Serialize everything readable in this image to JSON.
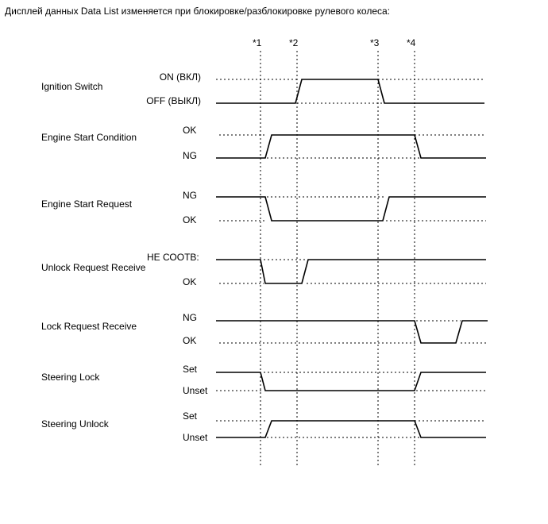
{
  "title": "Дисплей данных Data List изменяется при блокировке/разблокировке рулевого колеса:",
  "markers": [
    "*1",
    "*2",
    "*3",
    "*4"
  ],
  "signals": [
    {
      "name": "Ignition Switch",
      "high_label": "ON (ВКЛ)",
      "low_label": "OFF (ВЫКЛ)",
      "transitions": [
        {
          "at_marker": 2,
          "to": "high"
        },
        {
          "at_marker": 3,
          "to": "low"
        }
      ]
    },
    {
      "name": "Engine Start Condition",
      "high_label": "OK",
      "low_label": "NG",
      "transitions": [
        {
          "at_marker": 1,
          "to": "high"
        },
        {
          "at_marker": 4,
          "to": "low"
        }
      ]
    },
    {
      "name": "Engine Start Request",
      "high_label": "NG",
      "low_label": "OK",
      "transitions": [
        {
          "at_marker": 1,
          "to": "low"
        },
        {
          "at_marker": 3,
          "to": "high"
        }
      ]
    },
    {
      "name": "Unlock Request Receive",
      "high_label": "НЕ СООТВ:",
      "low_label": "OK",
      "transitions": [
        {
          "at_marker": 1,
          "to": "low"
        },
        {
          "at_marker": 2,
          "to": "high"
        }
      ]
    },
    {
      "name": "Lock Request Receive",
      "high_label": "NG",
      "low_label": "OK",
      "transitions": [
        {
          "at_marker": 4,
          "to": "low"
        },
        {
          "after_marker": 4,
          "to": "high"
        }
      ]
    },
    {
      "name": "Steering Lock",
      "high_label": "Set",
      "low_label": "Unset",
      "transitions": [
        {
          "at_marker": 1,
          "to": "low"
        },
        {
          "at_marker": 4,
          "to": "high"
        }
      ]
    },
    {
      "name": "Steering Unlock",
      "high_label": "Set",
      "low_label": "Unset",
      "transitions": [
        {
          "at_marker": 1,
          "to": "high"
        },
        {
          "at_marker": 4,
          "to": "low"
        }
      ]
    }
  ]
}
